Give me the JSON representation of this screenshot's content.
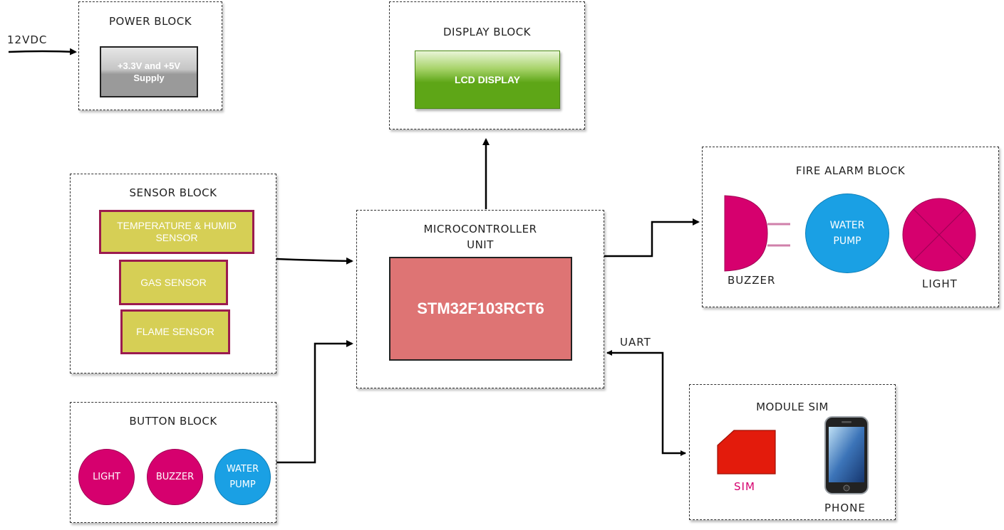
{
  "power": {
    "title": "POWER BLOCK",
    "input_label": "12VDC",
    "supply_label": "+3.3V and +5V Supply"
  },
  "display": {
    "title": "DISPLAY BLOCK",
    "lcd_label": "LCD DISPLAY"
  },
  "sensor": {
    "title": "SENSOR BLOCK",
    "items": [
      "TEMPERATURE & HUMID SENSOR",
      "GAS SENSOR",
      "FLAME SENSOR"
    ]
  },
  "mcu": {
    "title_line1": "MICROCONTROLLER",
    "title_line2": "UNIT",
    "chip_label": "STM32F103RCT6",
    "uart_label": "UART"
  },
  "fire": {
    "title": "FIRE ALARM BLOCK",
    "buzzer_label": "BUZZER",
    "pump_label": "WATER PUMP",
    "light_label": "LIGHT"
  },
  "button": {
    "title": "BUTTON BLOCK",
    "light": "LIGHT",
    "buzzer": "BUZZER",
    "pump": "WATER PUMP"
  },
  "sim": {
    "title": "MODULE SIM",
    "sim_label": "SIM",
    "phone_label": "PHONE"
  },
  "colors": {
    "pink": "#d6006e",
    "blue": "#1aa0e4",
    "chip": "#de7474",
    "sensor": "#d6cf55",
    "lcd": "#5ea617",
    "sim": "#e31b0c"
  }
}
